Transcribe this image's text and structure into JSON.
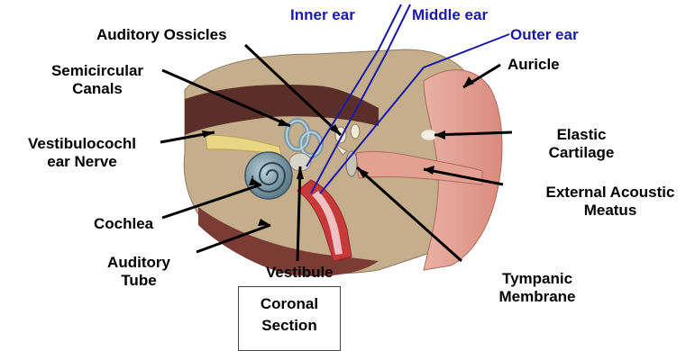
{
  "colors": {
    "bone": "#b9a585",
    "tissue": "#d98f83",
    "skin": "#e8a89a",
    "dark": "#3a2220",
    "cochlea": "#6f8d9c",
    "leader": "#1a1aa6"
  },
  "labels": {
    "inner_ear": "Inner ear",
    "middle_ear": "Middle ear",
    "outer_ear": "Outer ear",
    "auditory_ossicles": "Auditory Ossicles",
    "semicircular_canals_1": "Semicircular",
    "semicircular_canals_2": "Canals",
    "vestibulocochlear_1": "Vestibulocochl",
    "vestibulocochlear_2": "ear Nerve",
    "cochlea": "Cochlea",
    "auditory_tube_1": "Auditory",
    "auditory_tube_2": "Tube",
    "vestibule": "Vestibule",
    "auricle": "Auricle",
    "elastic_cartilage_1": "Elastic",
    "elastic_cartilage_2": "Cartilage",
    "external_acoustic_1": "External Acoustic",
    "external_acoustic_2": "Meatus",
    "tympanic_1": "Tympanic",
    "tympanic_2": "Membrane",
    "coronal_1": "Coronal",
    "coronal_2": "Section"
  }
}
